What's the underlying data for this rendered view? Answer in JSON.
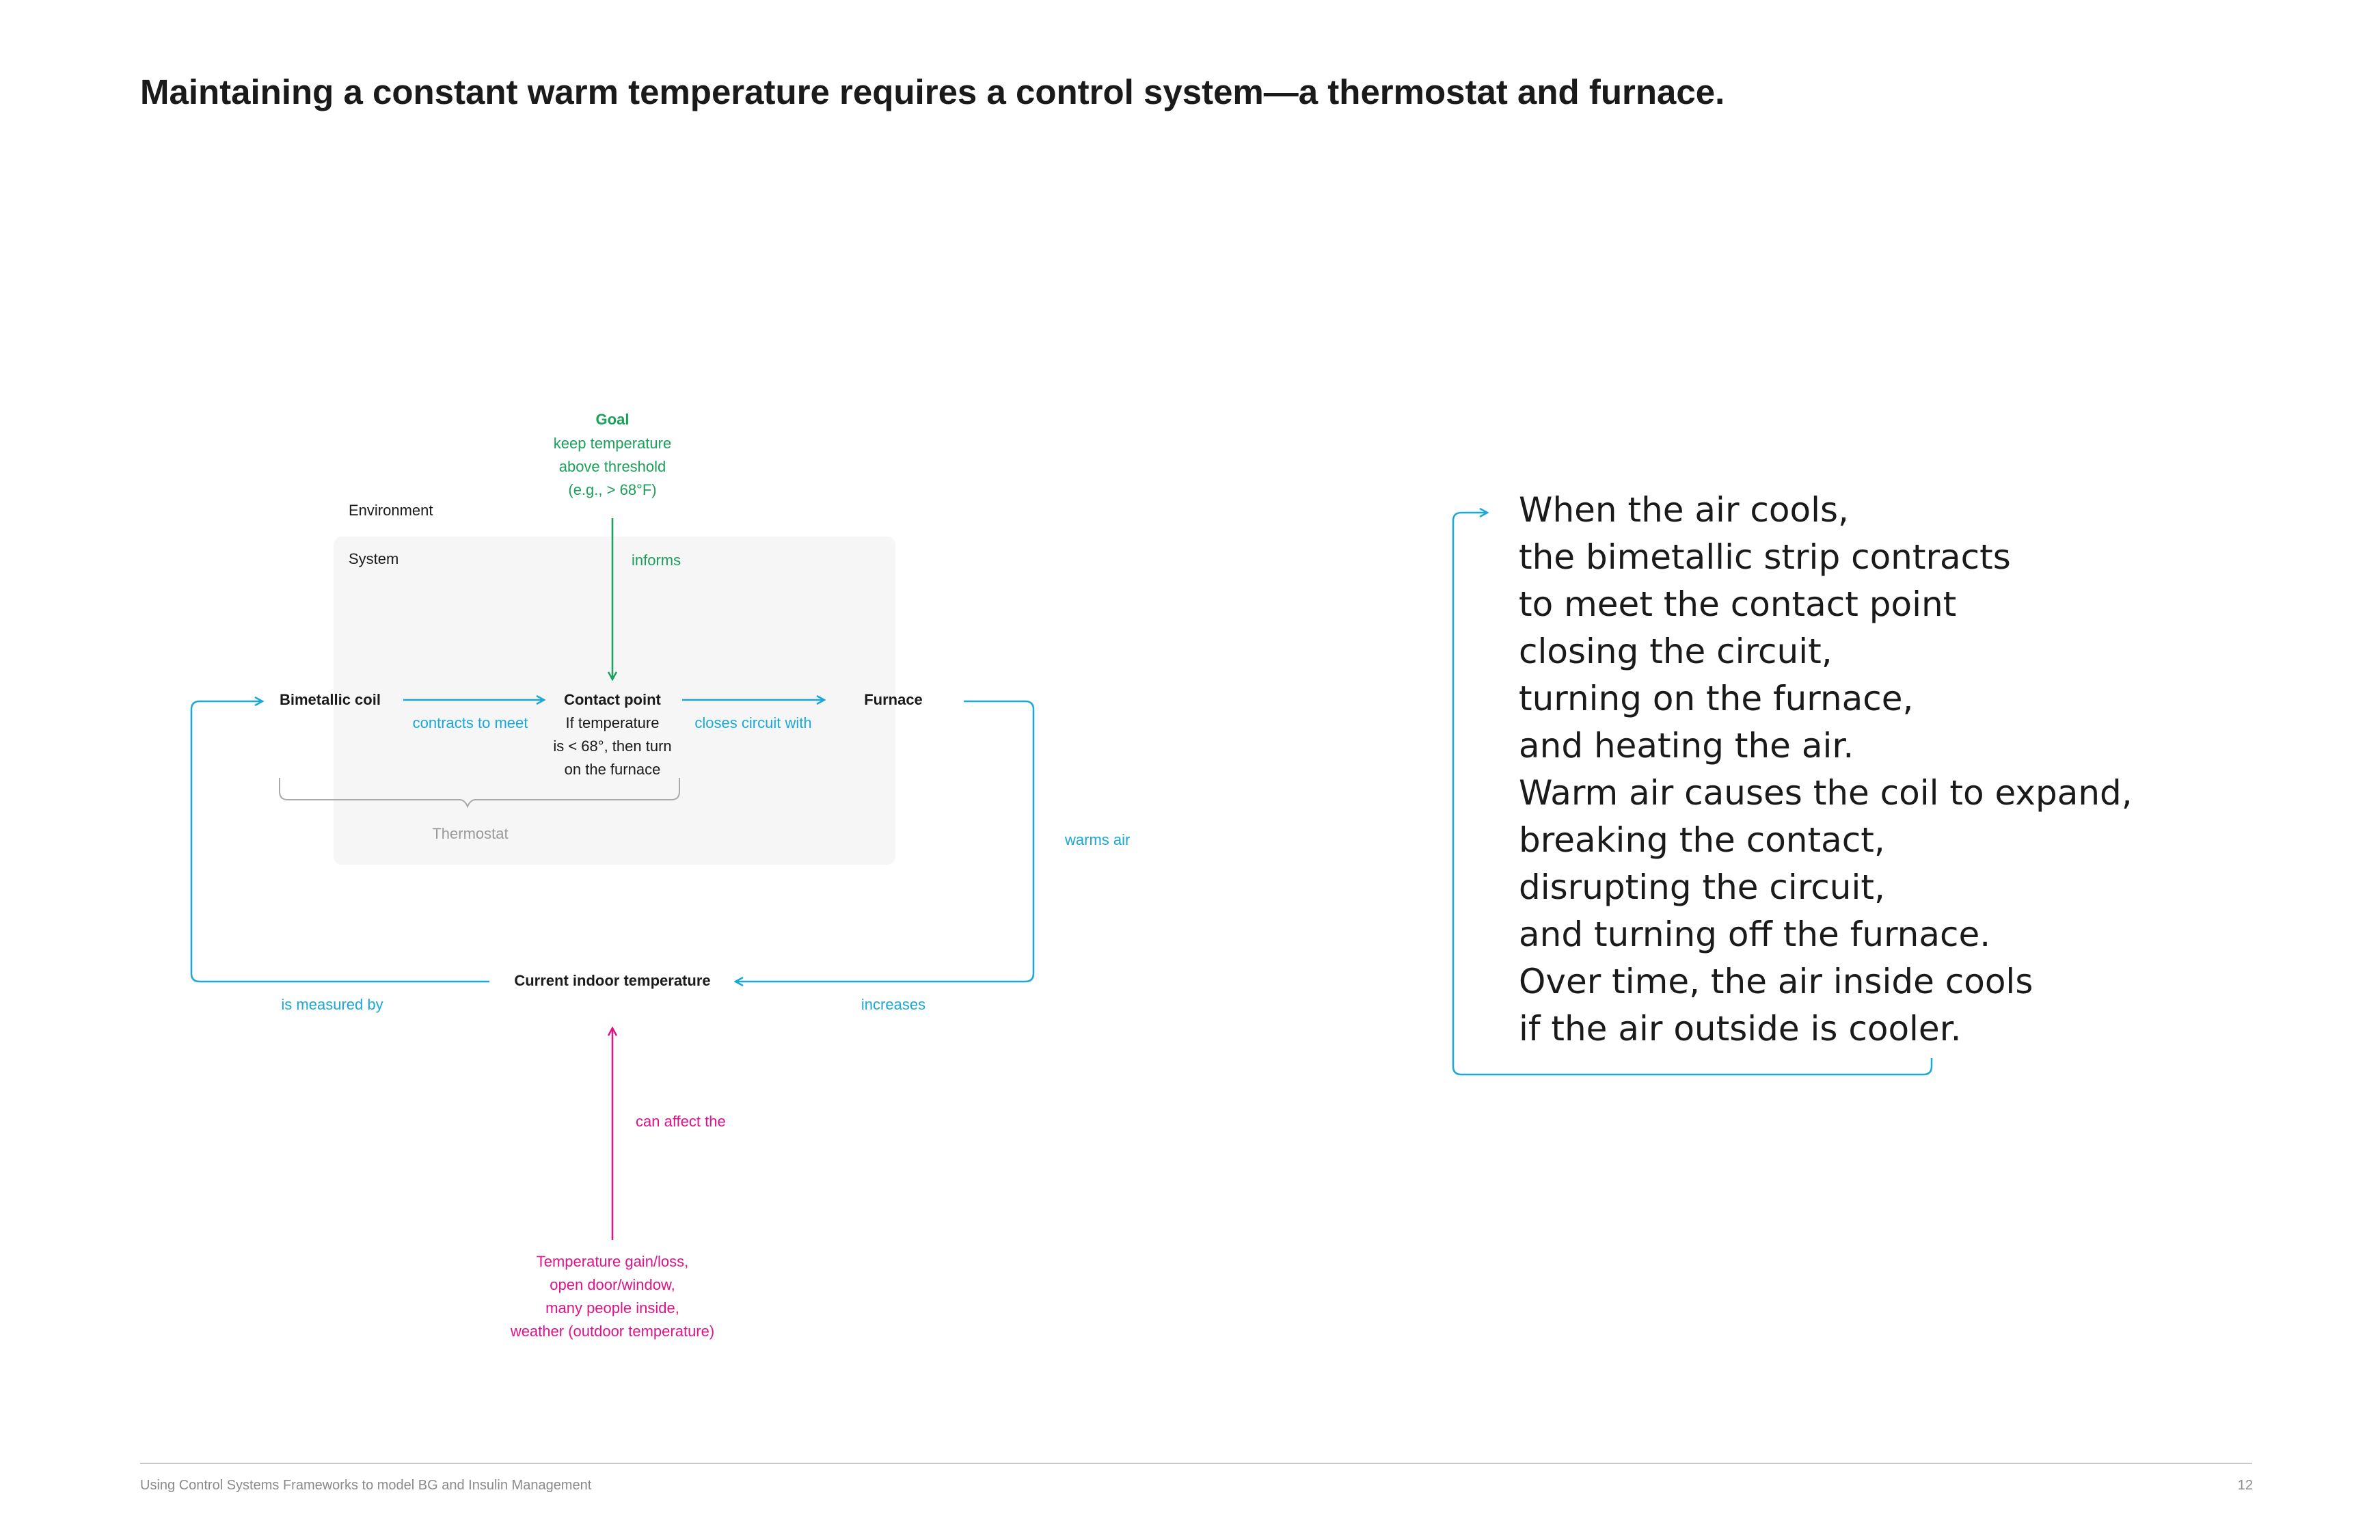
{
  "title": "Maintaining a constant warm temperature requires a control system—a thermostat and furnace.",
  "colors": {
    "text": "#1a1a1a",
    "blue": "#19a8d9",
    "green": "#1aa05a",
    "magenta": "#e0128a",
    "gray": "#999999",
    "system_fill": "#f6f6f6",
    "footer_text": "#8a8a8a"
  },
  "diagram": {
    "environment_label": "Environment",
    "system_label": "System",
    "goal": {
      "title": "Goal",
      "lines": [
        "keep temperature",
        "above threshold",
        "(e.g., > 68°F)"
      ]
    },
    "informs_label": "informs",
    "nodes": {
      "bimetallic_coil": "Bimetallic coil",
      "contact_point": {
        "title": "Contact point",
        "lines": [
          "If temperature",
          "is < 68°, then turn",
          "on the furnace"
        ]
      },
      "furnace": "Furnace",
      "current_indoor_temperature": "Current indoor temperature"
    },
    "edges": {
      "contracts_to_meet": "contracts to meet",
      "closes_circuit_with": "closes circuit with",
      "warms_air": "warms air",
      "increases": "increases",
      "is_measured_by": "is measured by",
      "can_affect_the": "can affect the"
    },
    "thermostat_label": "Thermostat",
    "disturbances": [
      "Temperature gain/loss,",
      "open door/window,",
      "many people inside,",
      "weather (outdoor temperature)"
    ]
  },
  "narrative": [
    "When the air cools,",
    "the bimetallic strip contracts",
    "to meet the contact point",
    "closing the circuit,",
    "turning on the furnace,",
    "and heating the air.",
    "Warm air causes the coil to expand,",
    "breaking the contact,",
    "disrupting the circuit,",
    "and turning off the furnace.",
    "Over time, the air inside cools",
    "if the air outside is cooler."
  ],
  "footer": {
    "text": "Using Control Systems Frameworks to model BG and Insulin Management",
    "page_number": "12"
  }
}
